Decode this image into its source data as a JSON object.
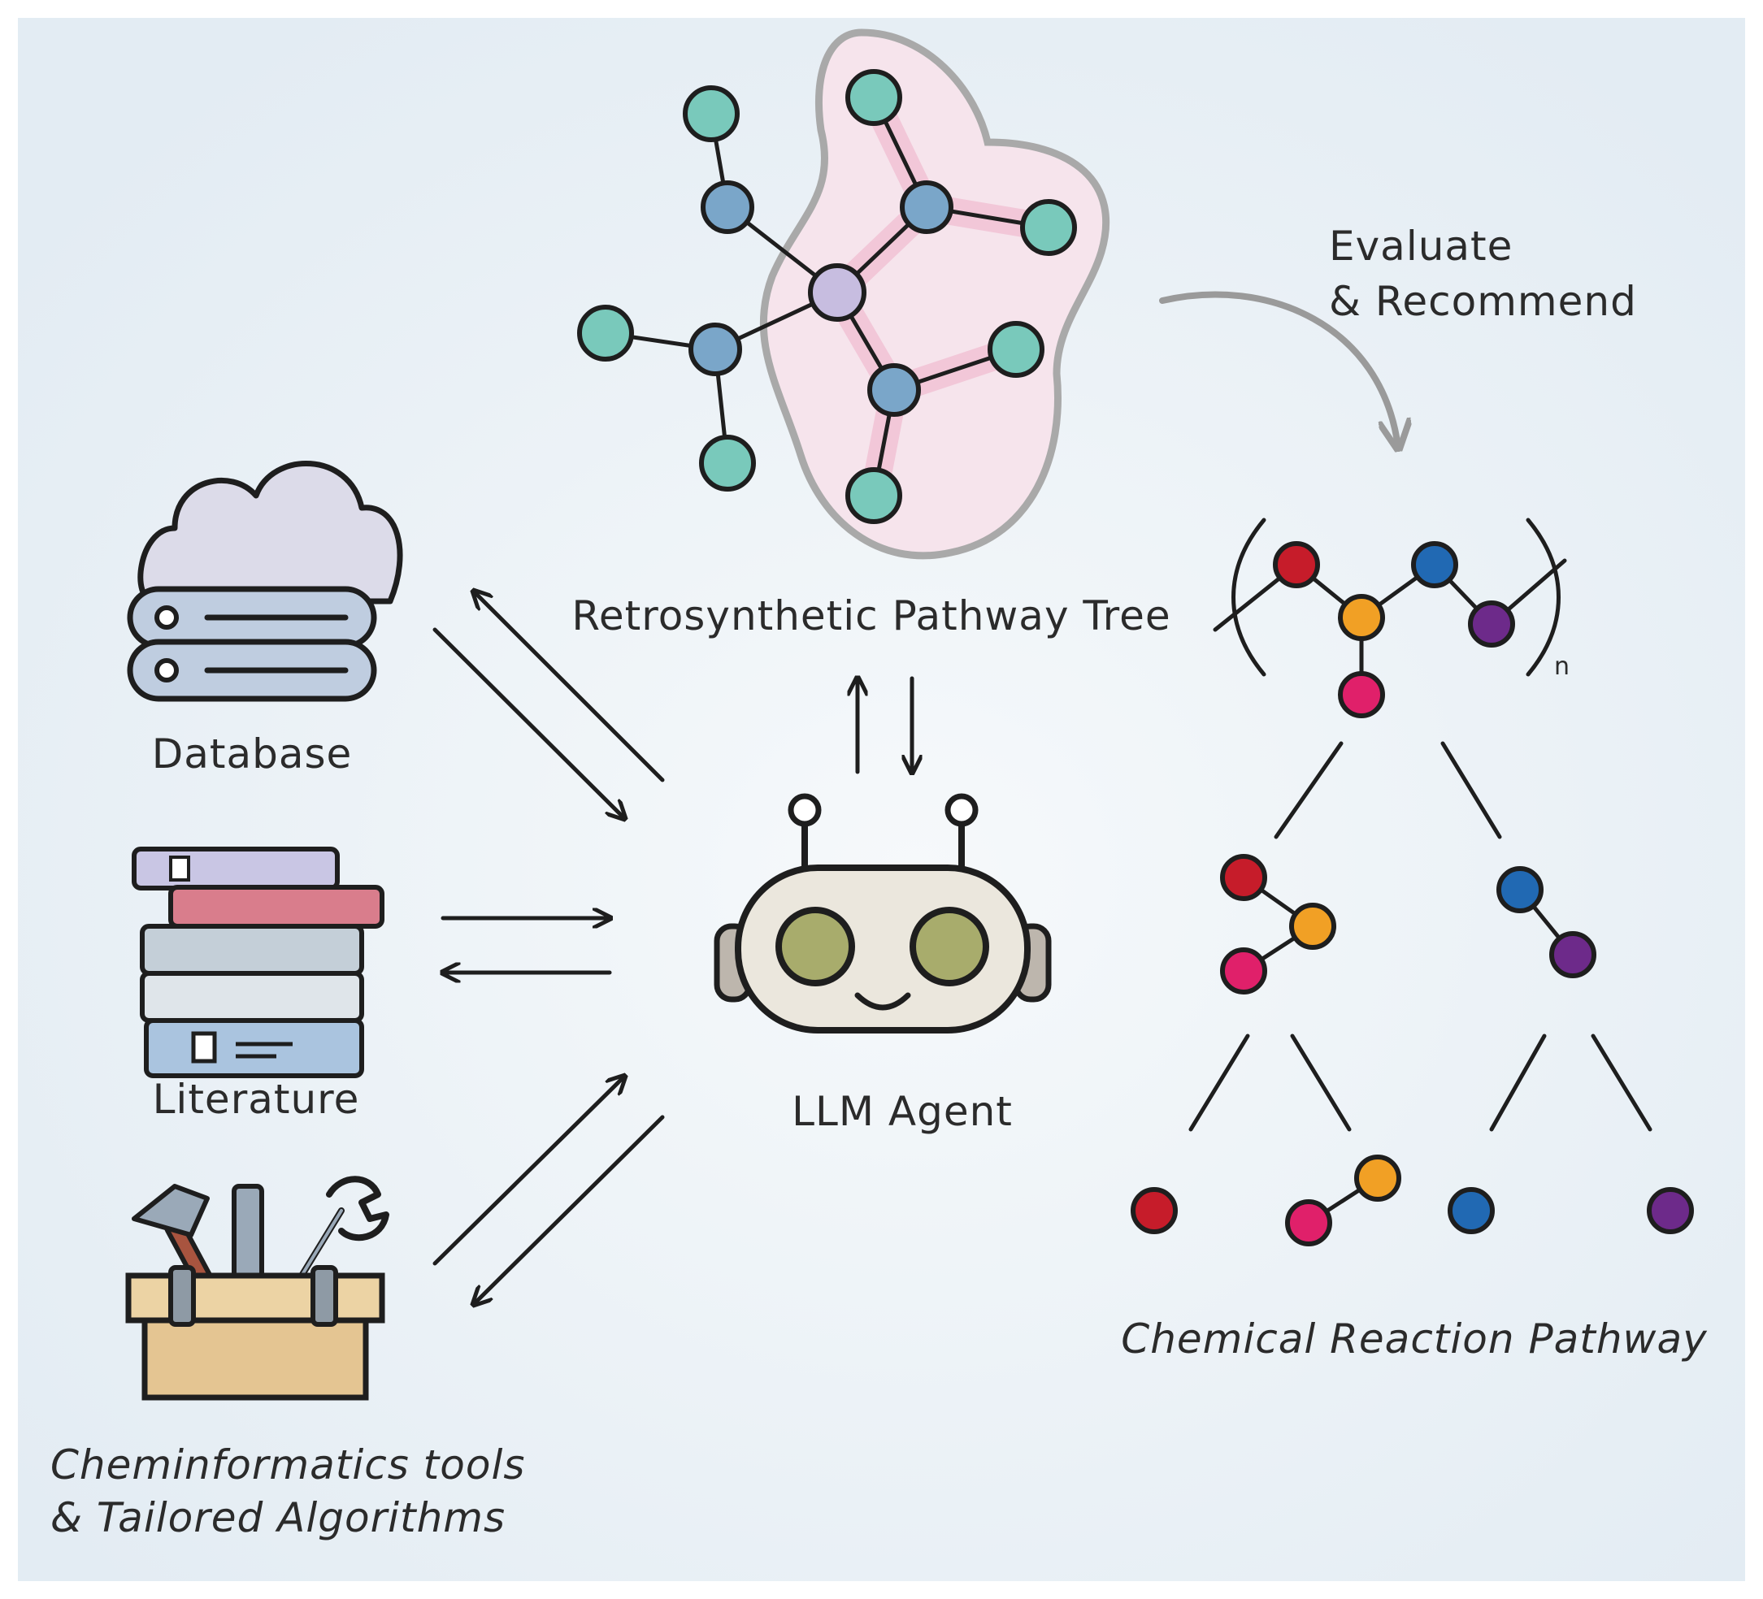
{
  "labels": {
    "pathway_tree": "Retrosynthetic Pathway Tree",
    "evaluate_line1": "Evaluate",
    "evaluate_line2": "& Recommend",
    "database": "Database",
    "literature": "Literature",
    "tools_line1": "Cheminformatics tools",
    "tools_line2": "& Tailored Algorithms",
    "agent": "LLM Agent",
    "reaction_pathway": "Chemical Reaction Pathway",
    "subscript_n": "n"
  },
  "icons": {
    "database": "cloud-database-icon",
    "literature": "book-stack-icon",
    "tools": "toolbox-icon",
    "agent": "robot-head-icon"
  },
  "colors": {
    "background": "#e9f1f7",
    "outer_node": "#79c9bb",
    "inner_node": "#7aa6c9",
    "center_node": "#c7bde0",
    "highlight_glow": "#f2c7d8",
    "red": "#c61c2a",
    "orange": "#f1a025",
    "blue": "#2169b3",
    "purple": "#6d2a8a",
    "pink": "#e0206a",
    "robot_face": "#ebe7dd",
    "robot_eye": "#a8ac6c"
  }
}
